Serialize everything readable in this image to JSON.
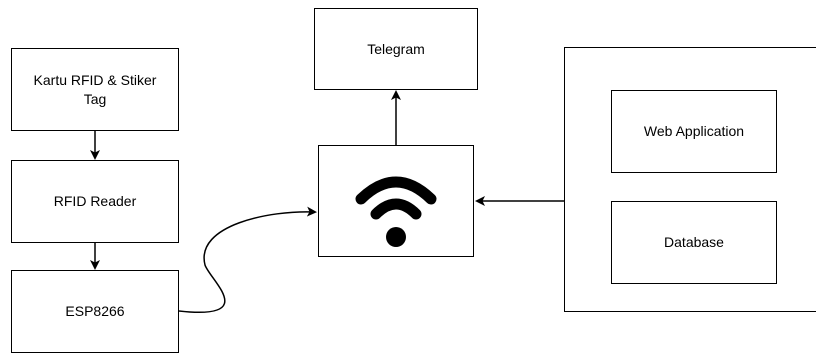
{
  "nodes": {
    "rfid_card": "Kartu RFID & Stiker\nTag",
    "rfid_reader": "RFID Reader",
    "esp8266": "ESP8266",
    "telegram": "Telegram",
    "web_app": "Web Application",
    "database": "Database"
  },
  "icons": {
    "internet": "wifi-icon"
  }
}
